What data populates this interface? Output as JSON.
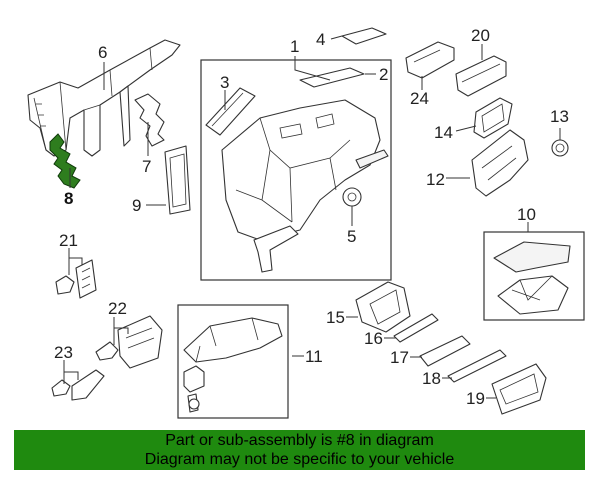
{
  "callouts": {
    "c1": "1",
    "c2": "2",
    "c3": "3",
    "c4": "4",
    "c5": "5",
    "c6": "6",
    "c7": "7",
    "c8": "8",
    "c9": "9",
    "c10": "10",
    "c11": "11",
    "c12": "12",
    "c13": "13",
    "c14": "14",
    "c15": "15",
    "c16": "16",
    "c17": "17",
    "c18": "18",
    "c19": "19",
    "c20": "20",
    "c21": "21",
    "c22": "22",
    "c23": "23",
    "c24": "24"
  },
  "highlighted_part": "8",
  "colors": {
    "highlight": "#2e7d1e",
    "banner": "#1f8a0f"
  },
  "banner": {
    "line1": "Part or sub-assembly is #8 in diagram",
    "line2": "Diagram may not be specific to your vehicle"
  }
}
